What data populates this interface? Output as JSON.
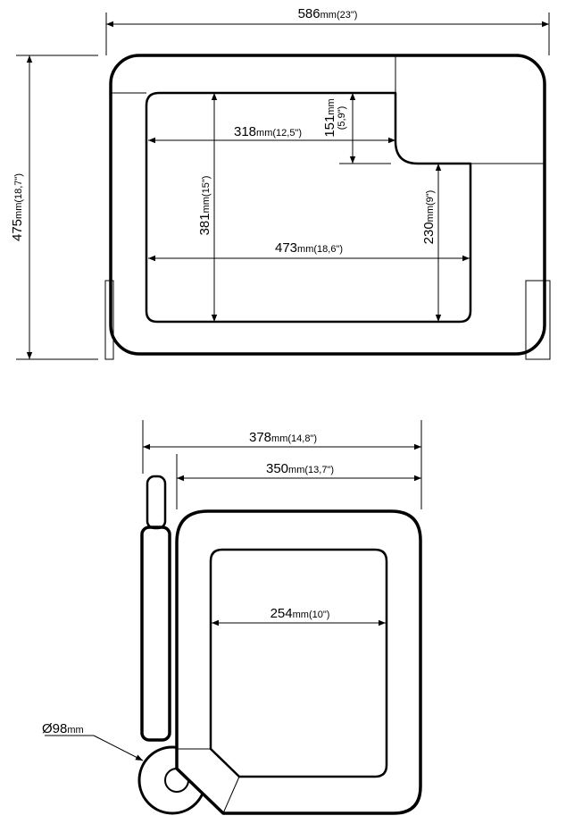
{
  "top_view": {
    "width_dim": {
      "value": "586",
      "unit": "mm",
      "imperial": "(23\")"
    },
    "height_dim": {
      "value": "475",
      "unit": "mm",
      "imperial": "(18,7\")"
    },
    "upper_width_dim": {
      "value": "318",
      "unit": "mm",
      "imperial": "(12,5\")"
    },
    "step_height_dim": {
      "value": "151",
      "unit": "mm",
      "imperial": "(5,9\")"
    },
    "inner_height_dim": {
      "value": "381",
      "unit": "mm",
      "imperial": "(15\")"
    },
    "inner_width_dim": {
      "value": "473",
      "unit": "mm",
      "imperial": "(18,6\")"
    },
    "lower_height_dim": {
      "value": "230",
      "unit": "mm",
      "imperial": "(9\")"
    }
  },
  "side_view": {
    "overall_width_dim": {
      "value": "378",
      "unit": "mm",
      "imperial": "(14,8\")"
    },
    "body_width_dim": {
      "value": "350",
      "unit": "mm",
      "imperial": "(13,7\")"
    },
    "inner_width_dim": {
      "value": "254",
      "unit": "mm",
      "imperial": "(10\")"
    },
    "wheel_dim": {
      "value": "Ø98",
      "unit": "mm"
    }
  }
}
